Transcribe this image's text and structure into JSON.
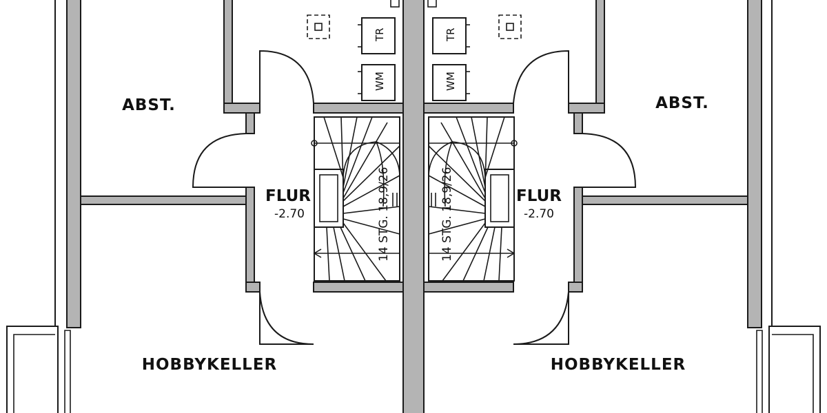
{
  "rooms": {
    "left": {
      "storage": "ABST.",
      "hallway": "FLUR",
      "hallway_level": "-2.70",
      "hobby": "HOBBYKELLER"
    },
    "right": {
      "storage": "ABST.",
      "hallway": "FLUR",
      "hallway_level": "-2.70",
      "hobby": "HOBBYKELLER"
    }
  },
  "appliances": {
    "dryer": "TR",
    "washer": "WM"
  },
  "stairs": {
    "label": "14 STG. 18,9/26"
  },
  "colors": {
    "wall_fill": "#b4b4b4",
    "line": "#1a1a1a"
  }
}
